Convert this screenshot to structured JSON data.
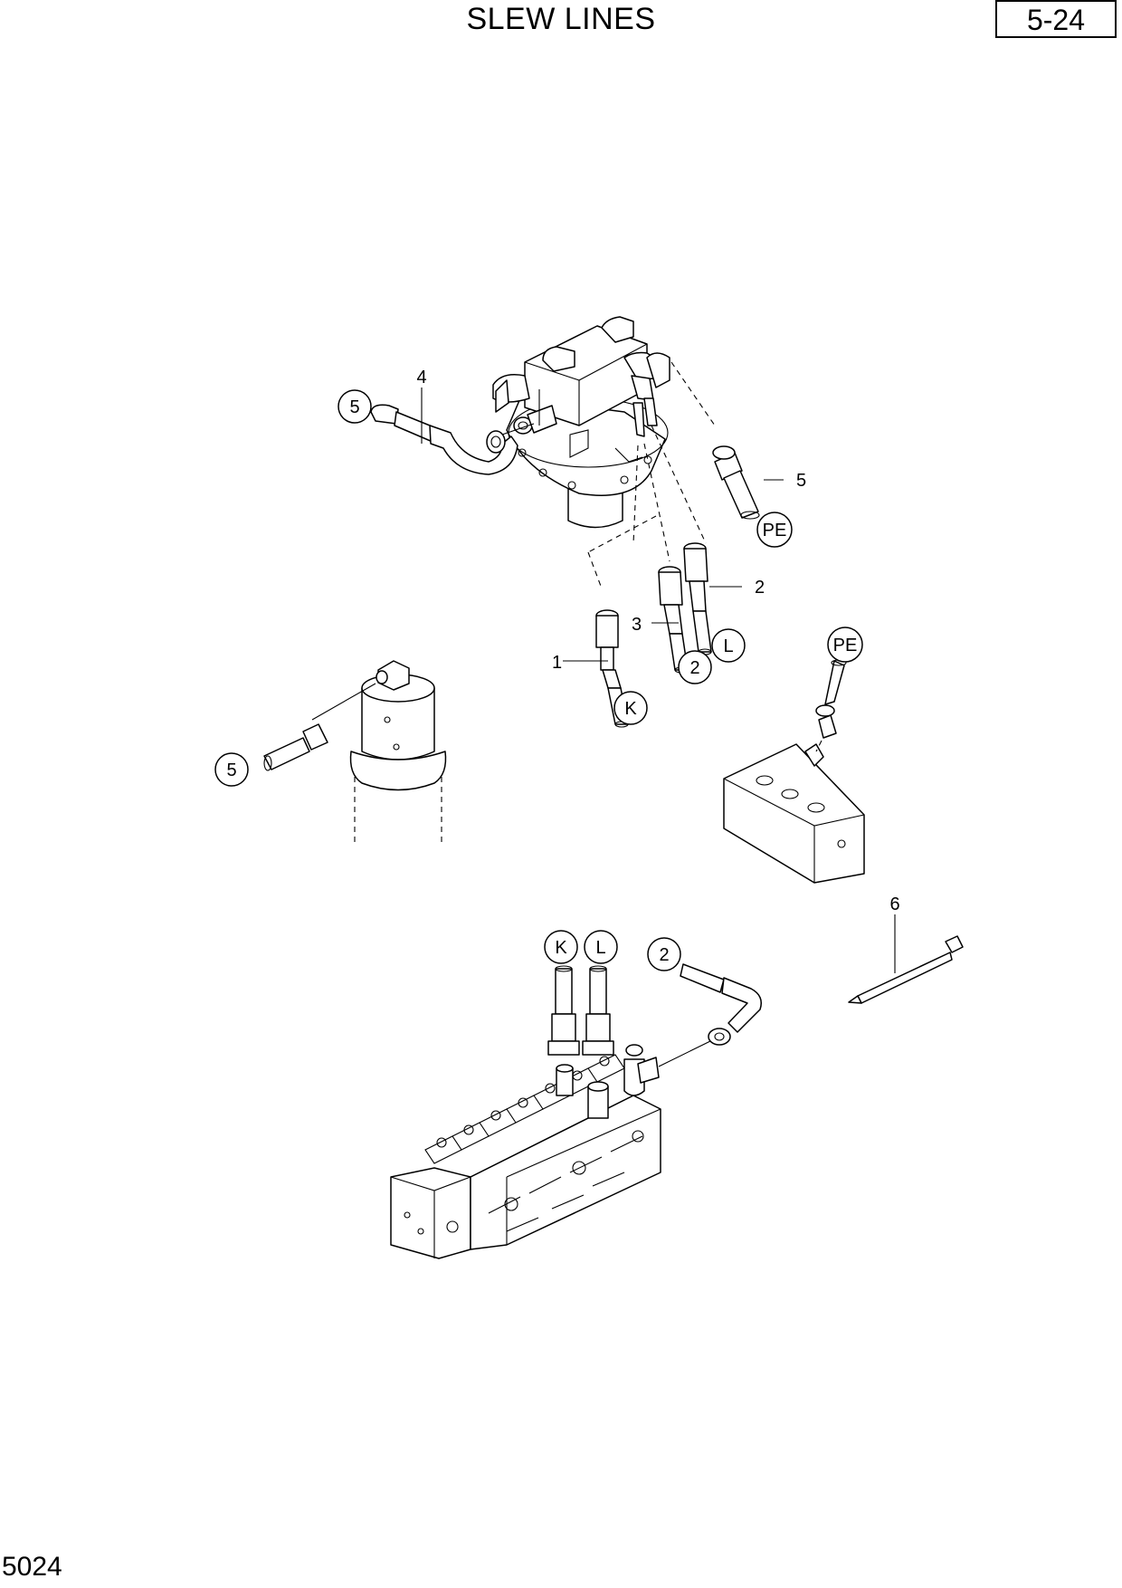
{
  "header": {
    "title": "SLEW LINES",
    "page_ref": "5-24"
  },
  "footer": {
    "code": "5024"
  },
  "callouts": {
    "part_1": "1",
    "part_2": "2",
    "part_3": "3",
    "part_4": "4",
    "part_5": "5",
    "part_6": "6",
    "port_k": "K",
    "port_l": "L",
    "port_pe": "PE"
  }
}
